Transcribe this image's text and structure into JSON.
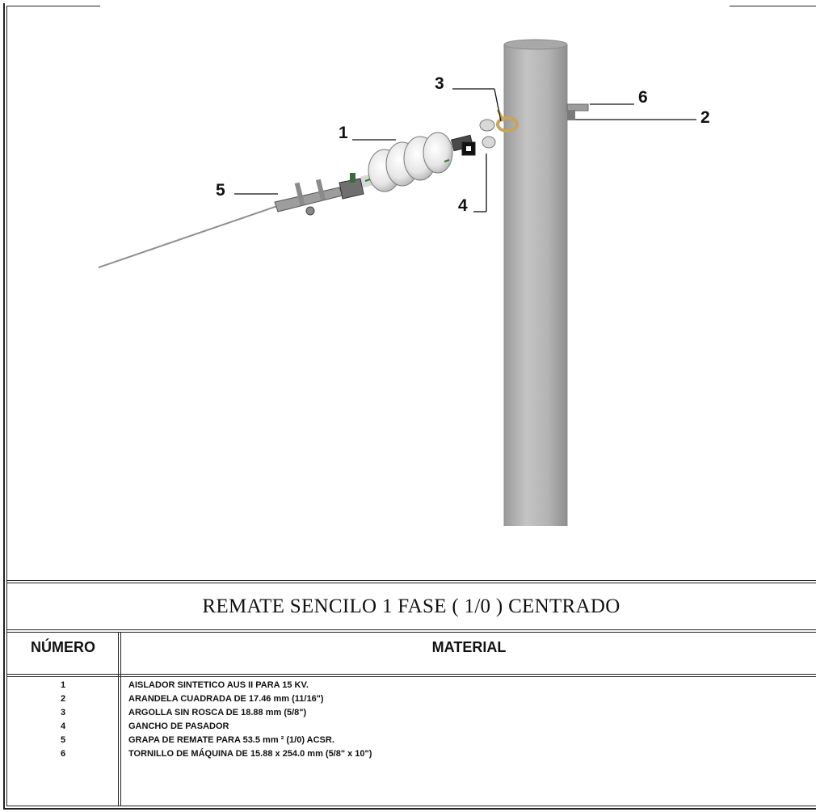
{
  "diagram": {
    "callouts": {
      "c1": "1",
      "c2": "2",
      "c3": "3",
      "c4": "4",
      "c5": "5",
      "c6": "6"
    }
  },
  "title": "REMATE SENCILO 1 FASE ( 1/0 )  CENTRADO",
  "table": {
    "headers": {
      "number": "NÚMERO",
      "material": "MATERIAL"
    },
    "rows": [
      {
        "number": "1",
        "material": "AISLADOR SINTETICO AUS II  PARA 15 KV."
      },
      {
        "number": "2",
        "material": "ARANDELA CUADRADA DE 17.46 mm (11/16\")"
      },
      {
        "number": "3",
        "material": "ARGOLLA SIN ROSCA DE 18.88 mm (5/8\")"
      },
      {
        "number": "4",
        "material": "GANCHO DE PASADOR"
      },
      {
        "number": "5",
        "material": "GRAPA DE REMATE PARA 53.5 mm ² (1/0) ACSR."
      },
      {
        "number": "6",
        "material": "TORNILLO DE MÁQUINA DE 15.88 x 254.0 mm (5/8\" x 10\")"
      }
    ]
  }
}
